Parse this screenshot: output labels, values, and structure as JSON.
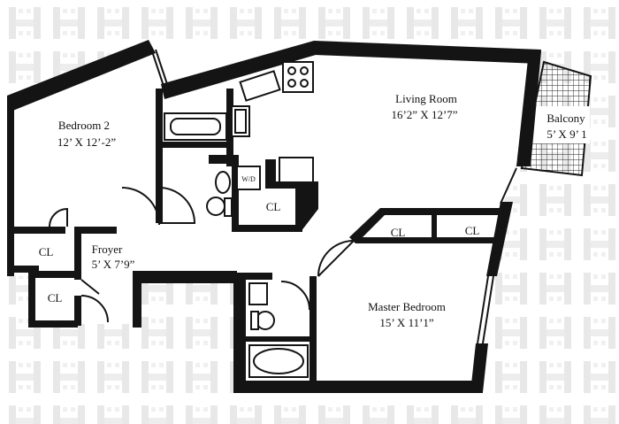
{
  "colors": {
    "wall": "#141414",
    "watermark": "#e7e7e7",
    "background": "#ffffff"
  },
  "watermark": {
    "icon": "h-logo-icon"
  },
  "rooms": {
    "living_room": {
      "name": "Living Room",
      "size": "16’2” X 12’7”"
    },
    "bedroom2": {
      "name": "Bedroom 2",
      "size": "12’ X 12’-2”"
    },
    "balcony": {
      "name": "Balcony",
      "size": "5’ X 9’ 1"
    },
    "foyer": {
      "name": "Froyer",
      "size": "5’ X 7’9”"
    },
    "master_bedroom": {
      "name": "Master Bedroom",
      "size": "15’ X 11’1”"
    }
  },
  "closets": {
    "label": "CL"
  },
  "appliances": {
    "washer_dryer": "W/D"
  }
}
